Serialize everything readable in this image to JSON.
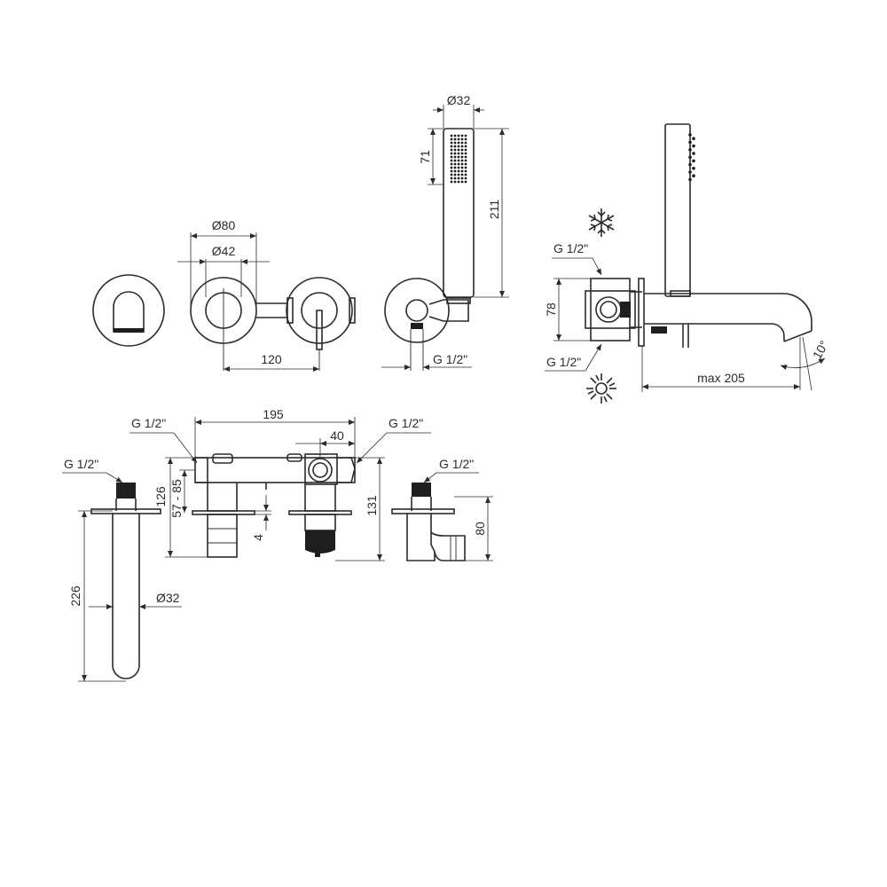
{
  "front": {
    "d_handshower": "Ø32",
    "h_head": "71",
    "h_total": "211",
    "d_outer": "Ø80",
    "d_inner": "Ø42",
    "spacing": "120",
    "g_outlet": "G 1/2\""
  },
  "side": {
    "g_top": "G 1/2\"",
    "g_bottom": "G 1/2\"",
    "h78": "78",
    "reach": "max 205",
    "angle": "10°",
    "cold_icon": "snowflake-icon",
    "hot_icon": "sun-icon"
  },
  "bottom": {
    "g_spout": "G 1/2\"",
    "h226": "226",
    "d32": "Ø32",
    "g_body_left": "G 1/2\"",
    "w195": "195",
    "w40": "40",
    "g_body_right": "G 1/2\"",
    "h126": "126",
    "h57_85": "57 - 85",
    "h4": "4",
    "h131": "131",
    "g_holder": "G 1/2\"",
    "h80": "80"
  }
}
